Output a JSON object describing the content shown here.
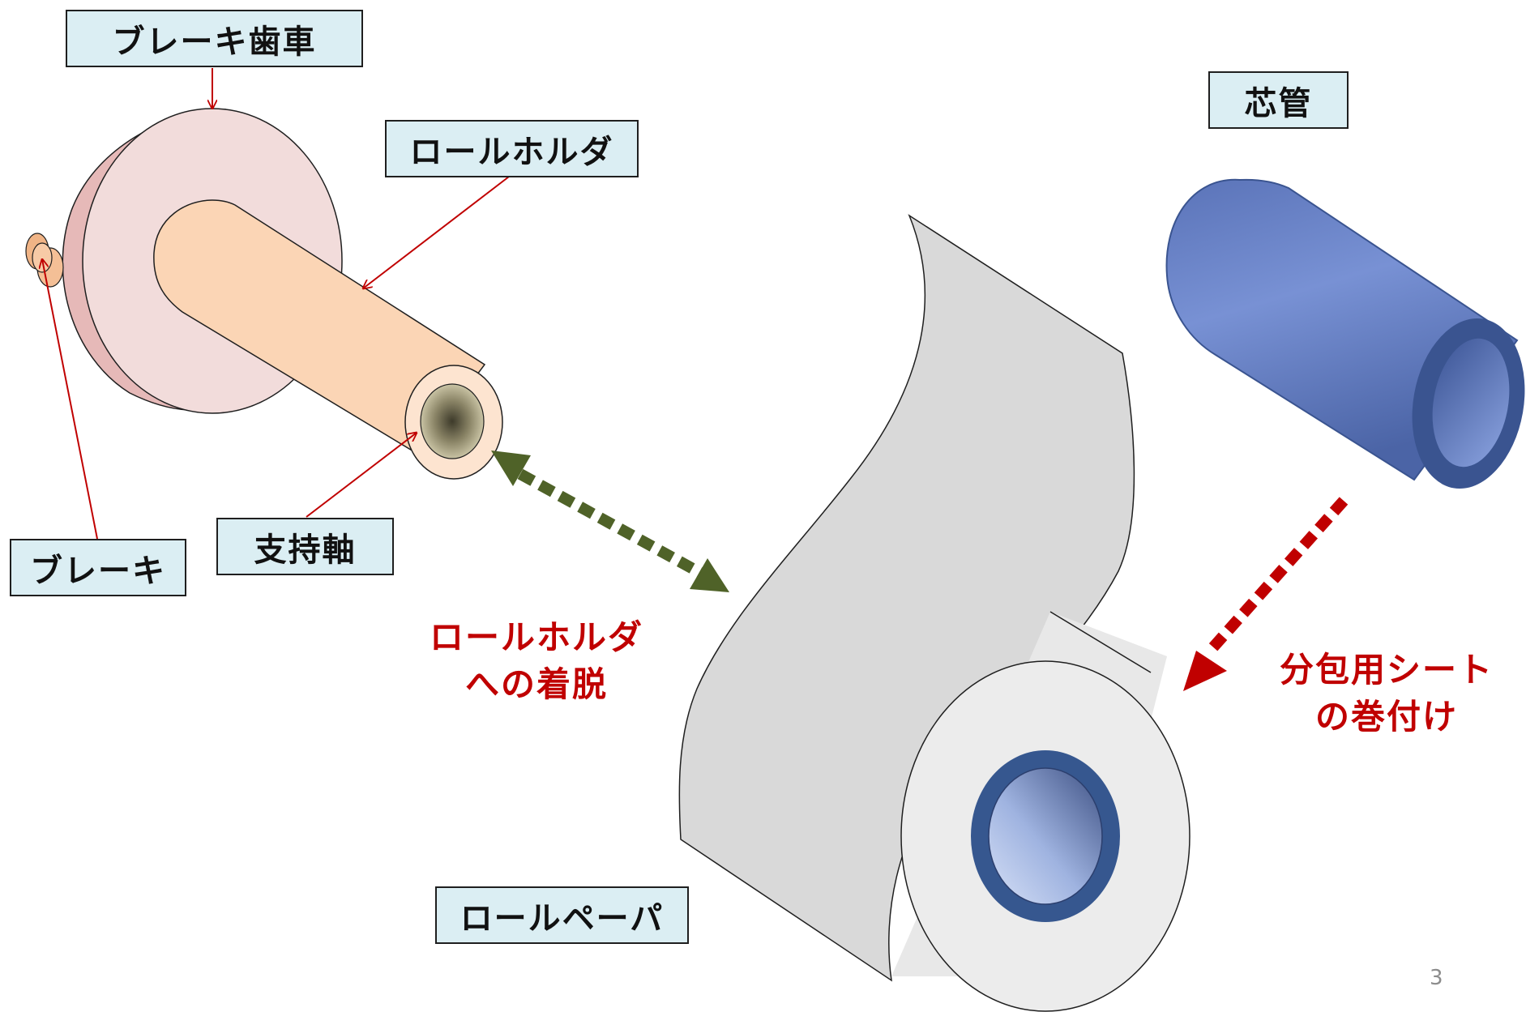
{
  "labels": {
    "brake_gear": "ブレーキ歯車",
    "roll_holder": "ロールホルダ",
    "core_tube": "芯管",
    "support_shaft": "支持軸",
    "brake": "ブレーキ",
    "roll_paper": "ロールペーパ"
  },
  "captions": {
    "attach_detach": [
      "ロールホルダ",
      "への着脱"
    ],
    "core_wrapping": [
      "分包用シート",
      "の巻付け"
    ]
  },
  "page_number": "3",
  "colors": {
    "label_fill": "#dbeef3",
    "caption_red": "#c00000",
    "attach_arrow": "#4f6228",
    "wrap_arrow": "#c00000",
    "leader_line": "#c00000",
    "gear_fill": "#f2dcdb",
    "gear_side": "#e6b9b8",
    "holder_fill": "#fbd5b5",
    "core_blue": "#6a84c8",
    "core_dark": "#3a5490",
    "paper_gray": "#d9d9d9"
  }
}
